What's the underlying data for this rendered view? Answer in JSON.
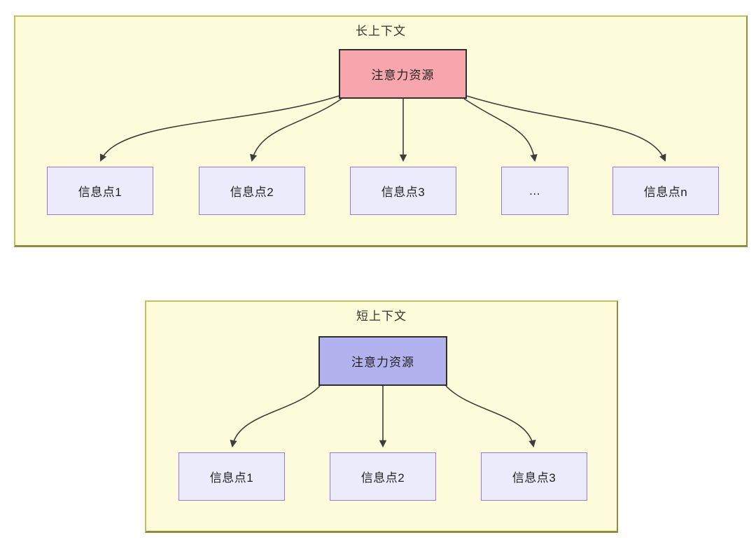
{
  "diagram": {
    "long_context": {
      "title": "长上下文",
      "attention_label": "注意力资源",
      "attention_fill": "#f8a6ad",
      "info_points": [
        "信息点1",
        "信息点2",
        "信息点3",
        "...",
        "信息点n"
      ]
    },
    "short_context": {
      "title": "短上下文",
      "attention_label": "注意力资源",
      "attention_fill": "#b2b2ef",
      "info_points": [
        "信息点1",
        "信息点2",
        "信息点3"
      ]
    },
    "colors": {
      "panel_background": "#fcfcda",
      "panel_border": "#8f8f3a",
      "node_background": "#ebebfb",
      "node_border": "#9a76e0",
      "edge_line": "#3d3d3d"
    }
  }
}
